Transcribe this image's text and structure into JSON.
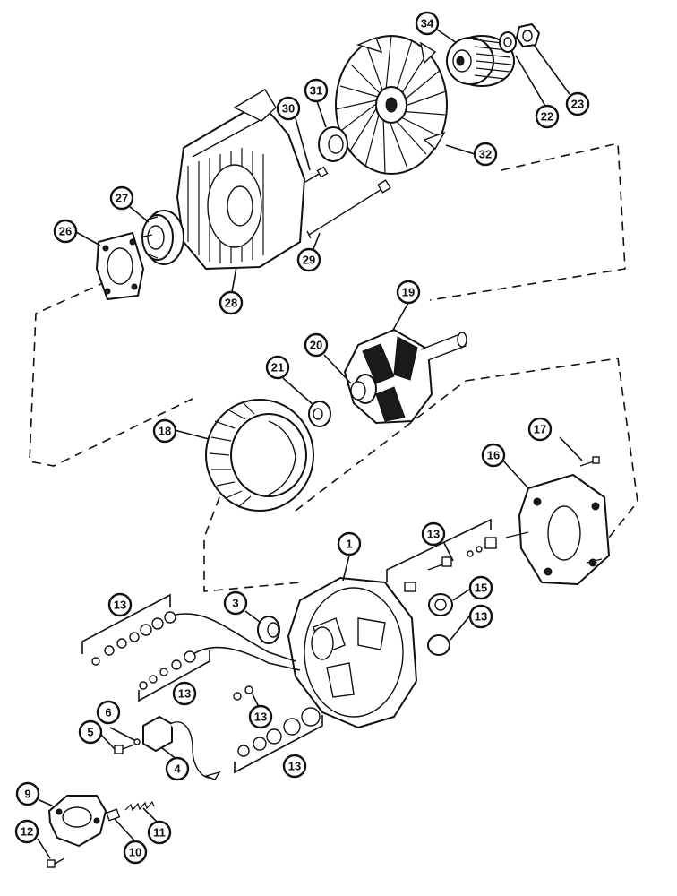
{
  "diagram": {
    "callouts": [
      {
        "id": "c34",
        "label": "34"
      },
      {
        "id": "c22",
        "label": "22"
      },
      {
        "id": "c23",
        "label": "23"
      },
      {
        "id": "c31",
        "label": "31"
      },
      {
        "id": "c30",
        "label": "30"
      },
      {
        "id": "c32",
        "label": "32"
      },
      {
        "id": "c27",
        "label": "27"
      },
      {
        "id": "c26",
        "label": "26"
      },
      {
        "id": "c29",
        "label": "29"
      },
      {
        "id": "c28",
        "label": "28"
      },
      {
        "id": "c19",
        "label": "19"
      },
      {
        "id": "c20",
        "label": "20"
      },
      {
        "id": "c21",
        "label": "21"
      },
      {
        "id": "c18",
        "label": "18"
      },
      {
        "id": "c17",
        "label": "17"
      },
      {
        "id": "c16",
        "label": "16"
      },
      {
        "id": "c1",
        "label": "1"
      },
      {
        "id": "c13a",
        "label": "13"
      },
      {
        "id": "c15",
        "label": "15"
      },
      {
        "id": "c13b",
        "label": "13"
      },
      {
        "id": "c3",
        "label": "3"
      },
      {
        "id": "c13c",
        "label": "13"
      },
      {
        "id": "c13d",
        "label": "13"
      },
      {
        "id": "c13e",
        "label": "13"
      },
      {
        "id": "c6",
        "label": "6"
      },
      {
        "id": "c5",
        "label": "5"
      },
      {
        "id": "c4",
        "label": "4"
      },
      {
        "id": "c13f",
        "label": "13"
      },
      {
        "id": "c9",
        "label": "9"
      },
      {
        "id": "c12",
        "label": "12"
      },
      {
        "id": "c10",
        "label": "10"
      },
      {
        "id": "c11",
        "label": "11"
      }
    ]
  }
}
